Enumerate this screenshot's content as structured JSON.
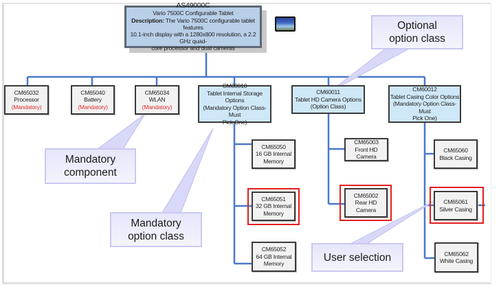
{
  "root": {
    "code": "AS49000C",
    "name": "Vario 7500C Configurable Tablet",
    "description_label": "Description:",
    "description_line1": "The Vario 7500C configurable tablet features",
    "description_line2": "10.1-inch display with a 1280x800 resolution, a 2.2 GHz quad-",
    "description_line3": "core processor and dual cameras"
  },
  "tablet_image": "tablet-thumbnail",
  "components": [
    {
      "code": "CM65032",
      "name": "Processor",
      "tag": "(Mandatory)"
    },
    {
      "code": "CM65040",
      "name": "Battery",
      "tag": "(Mandatory)"
    },
    {
      "code": "CM65034",
      "name": "WLAN",
      "tag": "(Mandatory)"
    }
  ],
  "option_classes": [
    {
      "code": "CM60010",
      "line1": "Tablet Internal Storage Options",
      "line2": "(Mandatory Option Class- Must",
      "line3": "Pick One)",
      "options": [
        {
          "code": "CM65050",
          "line1": "16 GB Internal",
          "line2": "Memory",
          "selected": false
        },
        {
          "code": "CM65051",
          "line1": "32 GB Internal",
          "line2": "Memory",
          "selected": true
        },
        {
          "code": "CM65052",
          "line1": "64 GB Internal",
          "line2": "Memory",
          "selected": false
        }
      ]
    },
    {
      "code": "CM60011",
      "line1": "Tablet HD Camera Options",
      "line2": "(Option Class)",
      "options": [
        {
          "code": "CM65003",
          "line1": "Front HD Camera",
          "selected": false
        },
        {
          "code": "CM65002",
          "line1": "Rear HD Camera",
          "selected": true
        }
      ]
    },
    {
      "code": "CM60012",
      "line1": "Tablet Casing Color Options",
      "line2": "(Mandatory Option Class- Must",
      "line3": "Pick One)",
      "options": [
        {
          "code": "CM65060",
          "line1": "Black Casing",
          "selected": false
        },
        {
          "code": "CM65061",
          "line1": "Silver Casing",
          "selected": true
        },
        {
          "code": "CM65062",
          "line1": "White Casing",
          "selected": false
        }
      ]
    }
  ],
  "callouts": {
    "optional_class": {
      "line1": "Optional",
      "line2": "option class"
    },
    "mandatory_component": {
      "line1": "Mandatory",
      "line2": "component"
    },
    "mandatory_class": {
      "line1": "Mandatory",
      "line2": "option class"
    },
    "user_selection": {
      "line1": "User selection"
    }
  },
  "colors": {
    "connector": "#4a78c8",
    "selection": "#e21d1d",
    "mandatory_text": "#e03030",
    "class_fill": "#cfe8f8",
    "root_fill": "#b8cfe8",
    "callout_fill": "#e6e6fb"
  }
}
